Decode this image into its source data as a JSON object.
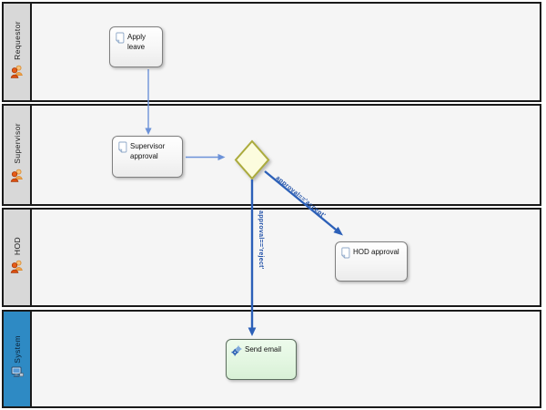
{
  "colors": {
    "lane_border": "#1a1a1a",
    "lane_header_bg": "#d8d8d8",
    "lane_header_selected_bg": "#2e8ac4",
    "lane_content_bg": "#f5f5f5",
    "flow_color": "#6c92d8",
    "conditional_flow_color": "#2c60b8",
    "condition_label_color": "#2151a8",
    "gateway_fill": "#fcfcde",
    "gateway_border": "#abab3c",
    "task_border": "#7f7f7f",
    "system_task_fill": "#e2f6e0"
  },
  "lanes": [
    {
      "label": "Requestor",
      "icon": "people-icon",
      "selected": false
    },
    {
      "label": "Supervisor",
      "icon": "people-icon",
      "selected": false
    },
    {
      "label": "HOD",
      "icon": "people-icon",
      "selected": false
    },
    {
      "label": "System",
      "icon": "computer-icon",
      "selected": true
    }
  ],
  "nodes": {
    "apply_leave": {
      "label": "Apply leave",
      "type": "task",
      "icon": "document-icon",
      "lane": "Requestor"
    },
    "supervisor_approval": {
      "label": "Supervisor approval",
      "type": "task",
      "icon": "document-icon",
      "lane": "Supervisor"
    },
    "gateway": {
      "label": "",
      "type": "decision-gateway",
      "lane": "Supervisor"
    },
    "hod_approval": {
      "label": "HOD approval",
      "type": "task",
      "icon": "document-icon",
      "lane": "HOD"
    },
    "send_email": {
      "label": "Send email",
      "type": "system-task",
      "icon": "gears-icon",
      "lane": "System"
    }
  },
  "edges": {
    "apply_to_supervisor": {
      "from": "apply_leave",
      "to": "supervisor_approval",
      "label": ""
    },
    "supervisor_to_gateway": {
      "from": "supervisor_approval",
      "to": "gateway",
      "label": ""
    },
    "accept": {
      "from": "gateway",
      "to": "hod_approval",
      "label": "approval=='accept'"
    },
    "reject": {
      "from": "gateway",
      "to": "send_email",
      "label": "approval=='reject'"
    }
  }
}
